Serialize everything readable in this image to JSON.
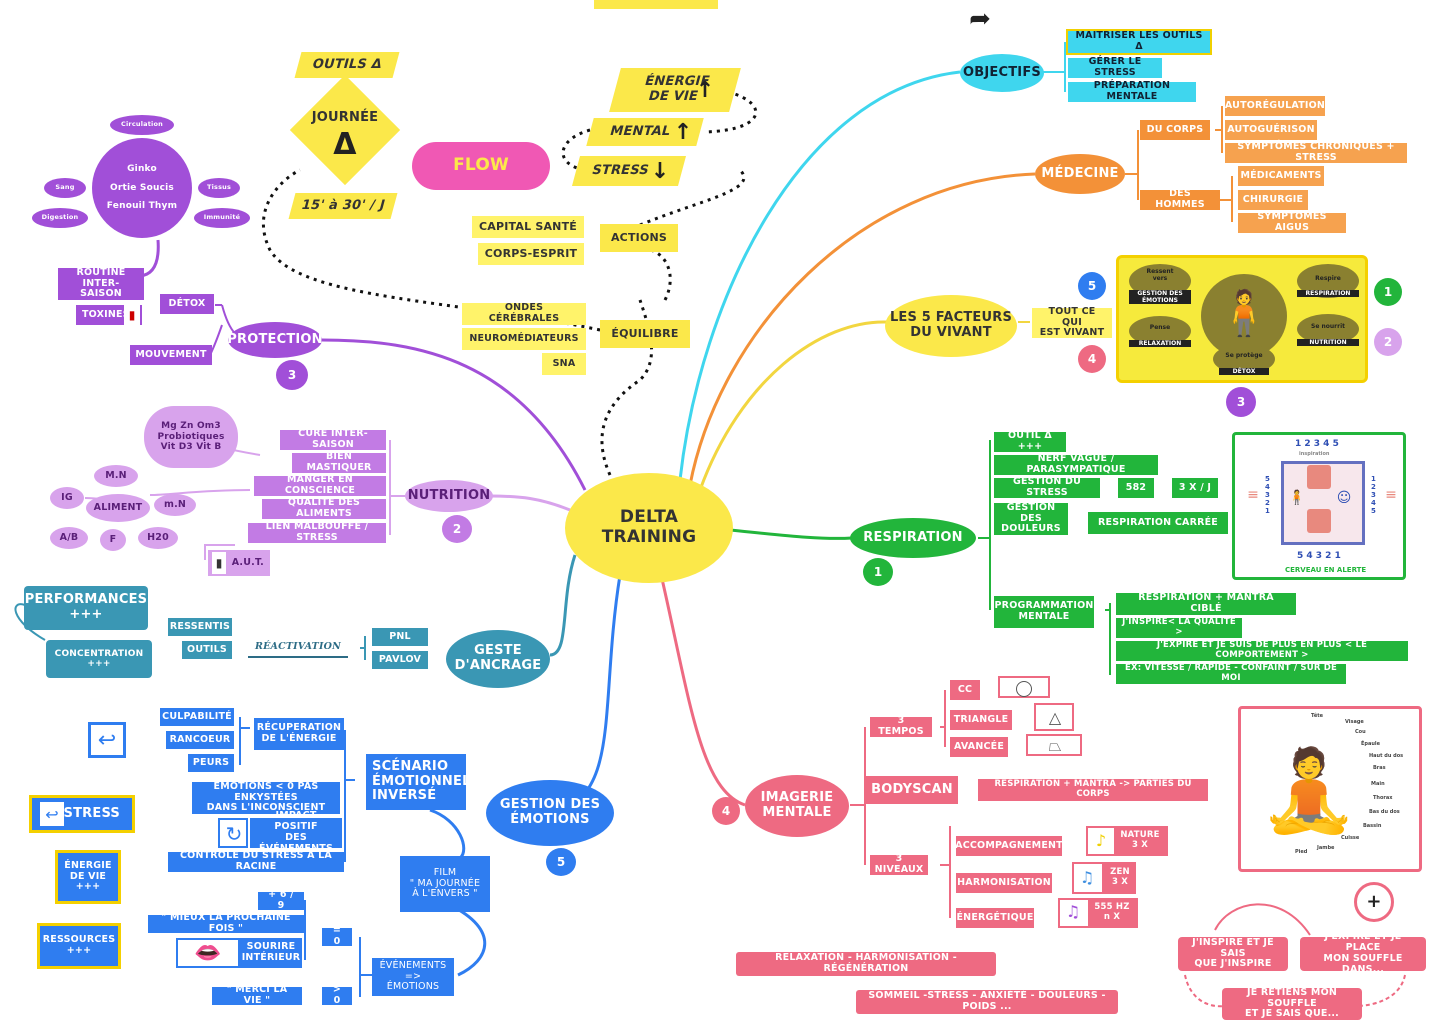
{
  "center": {
    "title": "DELTA\nTRAINING"
  },
  "top": {
    "outils": "OUTILS Δ",
    "journee": "JOURNÉE",
    "delta": "Δ",
    "duree": "15' à 30' / J",
    "flow": "FLOW",
    "energie": "ÉNERGIE\nDE VIE",
    "mental": "MENTAL",
    "stress": "STRESS",
    "actions": "ACTIONS",
    "capital": "CAPITAL SANTÉ",
    "corps_esprit": "CORPS-ESPRIT",
    "equilibre": "ÉQUILIBRE",
    "ondes": "ONDES CÉRÉBRALES",
    "neuro": "NEUROMÉDIATEURS",
    "sna": "SNA"
  },
  "objectifs": {
    "label": "OBJECTIFS",
    "items": [
      "MAITRISER LES OUTILS Δ",
      "GÉRER LE STRESS",
      "PRÉPARATION MENTALE"
    ]
  },
  "medecine": {
    "label": "MÉDECINE",
    "corps": "DU CORPS",
    "hommes": "DES HOMMES",
    "corps_items": [
      "AUTORÉGULATION",
      "AUTOGUÉRISON",
      "SYMPTÔMES CHRONIQUES + STRESS"
    ],
    "hommes_items": [
      "MÉDICAMENTS",
      "CHIRURGIE",
      "SYMPTOMES AIGUS"
    ]
  },
  "facteurs": {
    "label": "LES 5 FACTEURS\nDU VIVANT",
    "tout": "TOUT CE QUI\nEST VIVANT",
    "badges": [
      "5",
      "4",
      "1",
      "2",
      "3"
    ],
    "panel": {
      "tl_top": "Ressent\nvers",
      "tl_bar": "GESTION DES ÉMOTIONS",
      "tr_top": "Respire",
      "tr_bar": "RESPIRATION",
      "ml_top": "Pense",
      "ml_bar": "RELAXATION",
      "mr_top": "Se nourrit",
      "mr_bar": "NUTRITION",
      "b_top": "Se protège",
      "b_bar": "DÉTOX"
    }
  },
  "respiration": {
    "label": "RESPIRATION",
    "badge": "1",
    "items": [
      "OUTIL Δ +++",
      "NERF VAGUE / PARASYMPATIQUE",
      "GESTION DU STRESS",
      "GESTION DES\nDOULEURS",
      "PROGRAMMATION\nMENTALE"
    ],
    "stress_sub": [
      "582",
      "3 X / J"
    ],
    "douleurs_sub": "RESPIRATION CARRÉE",
    "prog_sub": [
      "RESPIRATION + MANTRA CIBLÉ",
      "J'INSPIRE< LA QUALITÉ >",
      "J'EXPIRE ET JE SUIS DE PLUS EN PLUS < LE COMPORTEMENT >",
      "EX: VITESSE / RAPIDE - CONFAINT / SÛR DE MOI"
    ],
    "panel": {
      "top": "1 2 3 4 5",
      "sub": "inspiration",
      "bottom": "5 4 3 2 1",
      "caption": "CERVEAU EN ALERTE",
      "left": "5\n4\n3\n2\n1",
      "right": "1\n2\n3\n4\n5"
    }
  },
  "imagerie": {
    "label": "IMAGERIE\nMENTALE",
    "badge": "4",
    "tempos": "3 TEMPOS",
    "tempo_items": [
      "CC",
      "TRIANGLE",
      "AVANCÉE"
    ],
    "bodyscan": "BODYSCAN",
    "bodyscan_sub": "RESPIRATION + MANTRA -> PARTIES DU CORPS",
    "niveaux": "3 NIVEAUX",
    "niveau_items": [
      "ACCOMPAGNEMENT",
      "HARMONISATION",
      "ÉNERGÉTIQUE"
    ],
    "music": [
      "NATURE\n3 X",
      "ZEN\n3 X",
      "555 HZ\nn X"
    ],
    "body_labels": [
      "Tête",
      "Visage",
      "Cou",
      "Épaule",
      "Haut du dos",
      "Bras",
      "Main",
      "Thorax",
      "Bas du dos",
      "Bassin",
      "Cuisse",
      "Pied",
      "Jambe"
    ],
    "plus": "+",
    "cycle": [
      "J'INSPIRE ET JE SAIS\nQUE J'INSPIRE",
      "J'EXPIRE ET JE PLACE\nMON SOUFFLE DANS...",
      "JE RETIENS MON SOUFFLE\nET JE SAIS QUE..."
    ],
    "footer1": "RELAXATION - HARMONISATION - RÉGÉNÉRATION",
    "footer2": "SOMMEIL -STRESS - ANXIÉTÉ - DOULEURS - POIDS ..."
  },
  "protection": {
    "label": "PROTECTION",
    "badge": "3",
    "detox": "DÉTOX",
    "routine": "ROUTINE\nINTER-SAISON",
    "toxines": "TOXINES",
    "mouvement": "MOUVEMENT",
    "herbs": "Ginko\nOrtie  Soucis\nFenouil  Thym",
    "bubbles": [
      "Circulation",
      "Sang",
      "Digestion",
      "Tissus",
      "Immunité"
    ]
  },
  "nutrition": {
    "label": "NUTRITION",
    "badge": "2",
    "items": [
      "CURE INTER-SAISON",
      "BIEN MASTIQUER",
      "MANGER EN CONSCIENCE",
      "QUALITÉ DES ALIMENTS",
      "LIEN MALBOUFFE / STRESS"
    ],
    "supplements": "Mg  Zn  Om3\nProbiotiques\nVit D3  Vit B",
    "aliment": "ALIMENT",
    "aliment_bubbles": [
      "M.N",
      "m.N",
      "IG",
      "A/B",
      "F",
      "H20"
    ],
    "aut": "A.U.T."
  },
  "ancrage": {
    "label": "GESTE\nD'ANCRAGE",
    "pnl": "PNL",
    "pavlov": "PAVLOV",
    "reactivation": "RÉACTIVATION",
    "ressentis": "RESSENTIS",
    "outils": "OUTILS",
    "performances": "PERFORMANCES\n+++",
    "concentration": "CONCENTRATION\n+++"
  },
  "emotions": {
    "label": "GESTION DES\nÉMOTIONS",
    "badge": "5",
    "scenario": "SCÉNARIO\nÉMOTIONNEL\nINVERSÉ",
    "recuperation": "RÉCUPERATION\nDE L'ÉNERGIE",
    "negatives": [
      "CULPABILITÉ",
      "RANCOEUR",
      "PEURS"
    ],
    "enkystees": "ÉMOTIONS < 0 PAS ENKYSTÉES\nDANS L'INCONSCIENT",
    "impact": "IMPACT POSITIF\nDES ÉVÉNEMENTS",
    "controle": "CONTRÔLE DU STRESS À LA RACINE",
    "film": "FILM\n\" MA JOURNÉE\nÀ L'ENVERS \"",
    "evenements": "ÉVÉNEMENTS\n=> ÉMOTIONS",
    "plus69": "+ 6 / 9",
    "mieux": "\" MIEUX LA PROCHAINE FOIS \"",
    "sourire": "SOURIRE\nINTÉRIEUR",
    "merci": "\" MERCI LA VIE \"",
    "eq0": "= 0",
    "gt0": "> 0",
    "stress_legend": "STRESS",
    "energie_legend": "ÉNERGIE\nDE VIE\n+++",
    "ressources_legend": "RESSOURCES\n+++"
  },
  "colors": {
    "purple": "#a14fd8",
    "yellow": "#fbe84a",
    "cyan": "#3fd6ee",
    "orange": "#f39138",
    "green": "#22b53b",
    "teal": "#3a97b4",
    "blue": "#2f7df0",
    "pink": "#ee6a82",
    "magenta": "#f058b4"
  }
}
